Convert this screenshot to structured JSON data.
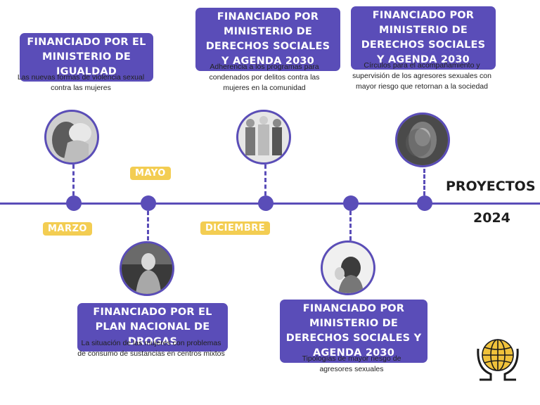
{
  "header": {
    "title": "PROYECTOS",
    "year": "2024"
  },
  "months": {
    "marzo": "MARZO",
    "mayo": "MAYO",
    "diciembre": "DICIEMBRE"
  },
  "projects": [
    {
      "funder": "FINANCIADO POR EL MINISTERIO DE IGUALDAD",
      "description": "Las nuevas formas de violencia sexual contra las mujeres"
    },
    {
      "funder": "FINANCIADO POR EL PLAN NACIONAL DE DROGAS",
      "description": "La situación de las mujeres con problemas de consumo de sustancias en centros mixtos"
    },
    {
      "funder": "FINANCIADO POR MINISTERIO DE DERECHOS SOCIALES Y AGENDA 2030",
      "description": "Adherencia a los programas para condenados por delitos contra las mujeres en la comunidad"
    },
    {
      "funder": "FINANCIADO POR MINISTERIO DE DERECHOS SOCIALES Y AGENDA 2030",
      "description": "Tipologías de mayor riesgo de agresores sexuales"
    },
    {
      "funder": "FINANCIADO POR MINISTERIO DE DERECHOS SOCIALES Y AGENDA 2030",
      "description": "Círculos para el acompañamiento y supervisión de los agresores sexuales con mayor riesgo que retornan a la sociedad"
    }
  ],
  "colors": {
    "primary": "#5a4db8",
    "accent": "#f3cd52",
    "logo_gold": "#f0c23b"
  },
  "icons": {
    "logo": "globe-logo-icon"
  }
}
